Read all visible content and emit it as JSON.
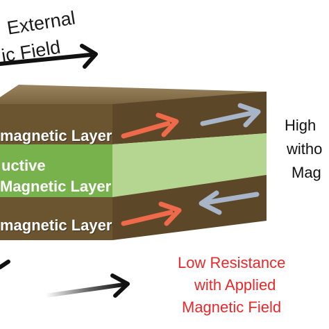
{
  "external_field": {
    "line1": "External",
    "line2": "ic Field"
  },
  "layers": {
    "top": "magnetic Layer",
    "middle_line1": "uctive",
    "middle_line2": "Magnetic Layer",
    "bottom": "magnetic Layer"
  },
  "high_resistance": {
    "line1": "High",
    "line2": "witho",
    "line3": "Mag"
  },
  "low_resistance": {
    "line1": "Low Resistance",
    "line2": "with Applied",
    "line3": "Magnetic Field"
  },
  "colors": {
    "brown_layer": "#6b5530",
    "brown_side": "#5a4524",
    "green_layer": "#b9d898",
    "green_side": "#a8cc84",
    "top_face": "#8a7450",
    "orange_arrow": "#ee6a4a",
    "gray_arrow": "#a8b4c8",
    "red_text": "#e8282a"
  },
  "icons": [
    "arrow-right-icon",
    "arrow-left-icon"
  ]
}
